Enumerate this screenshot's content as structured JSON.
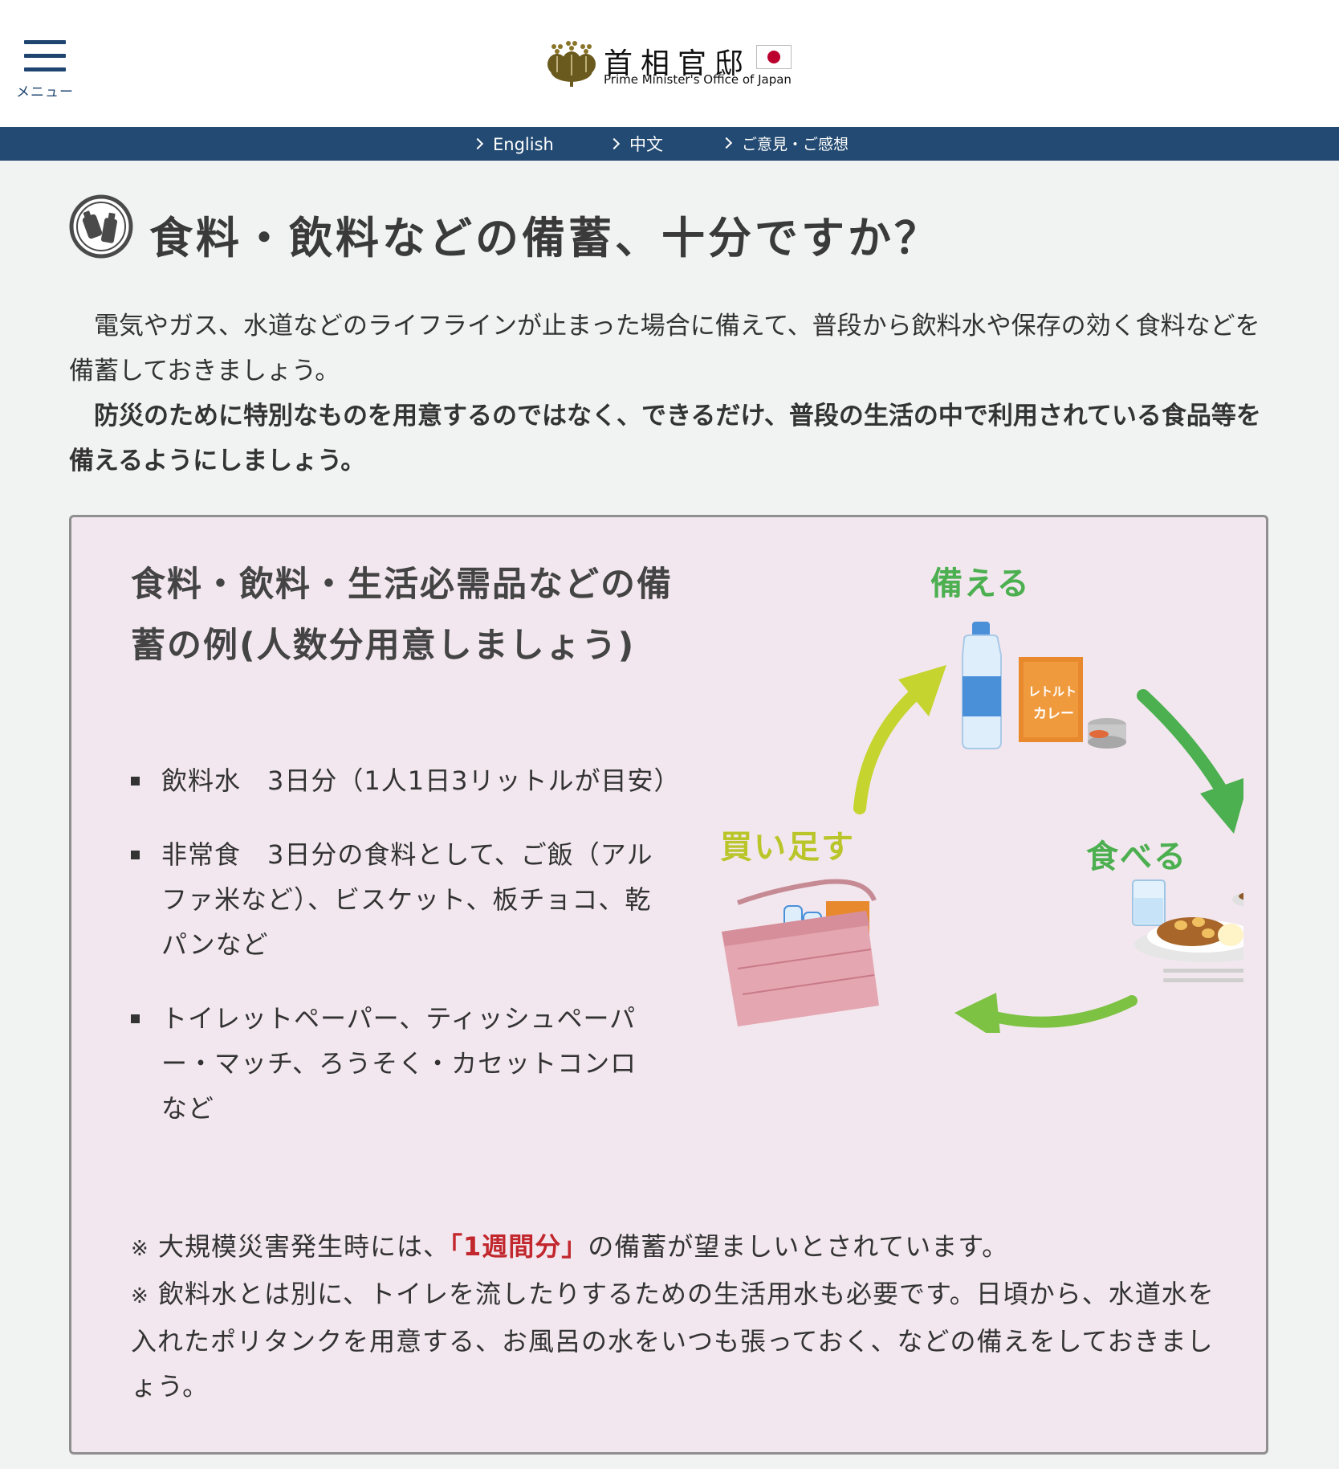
{
  "header": {
    "menu_label": "メニュー",
    "logo_jp": "首相官邸",
    "logo_en": "Prime Minister's Office of Japan"
  },
  "lang_bar": {
    "links": [
      "English",
      "中文",
      "ご意見・ご感想"
    ]
  },
  "main": {
    "title": "食料・飲料などの備蓄、十分ですか？",
    "intro": [
      "電気やガス、水道などのライフラインが止まった場合に備えて、普段から飲料水や保存の効く食料などを備蓄しておきましょう。",
      "防災のために特別なものを用意するのではなく、できるだけ、普段の生活の中で利用されている食品等を備えるようにしましょう。"
    ],
    "box": {
      "title": "食料・飲料・生活必需品などの備蓄の例(人数分用意しましょう)",
      "items": [
        "飲料水　3日分（1人1日3リットルが目安）",
        "非常食　3日分の食料として、ご飯（アルファ米など）、ビスケット、板チョコ、乾パンなど",
        "トイレットペーパー、ティッシュペーパー・マッチ、ろうそく・カセットコンロ　など"
      ],
      "notes": {
        "mark": "※",
        "n1_before": "大規模災害発生時には、",
        "n1_highlight": "「1週間分」",
        "n1_after": "の備蓄が望ましいとされています。",
        "n2": "飲料水とは別に、トイレを流したりするための生活用水も必要です。日頃から、水道水を入れたポリタンクを用意する、お風呂の水をいつも張っておく、などの備えをしておきましょう。"
      },
      "cycle": {
        "prepare": "備える",
        "eat": "食べる",
        "buy": "買い足す",
        "pack_label": "レトルトカレー"
      }
    }
  },
  "icons": {
    "menu": "hamburger-icon",
    "emblem": "paulownia-emblem-icon",
    "flag": "japan-flag-icon",
    "chevron": "chevron-right-icon",
    "title": "bottles-icon"
  },
  "colors": {
    "nav_blue": "#234a72",
    "green": "#4caf50",
    "lime": "#b9c528",
    "highlight_red": "#c1272d",
    "box_pink": "#f2e7ee"
  }
}
